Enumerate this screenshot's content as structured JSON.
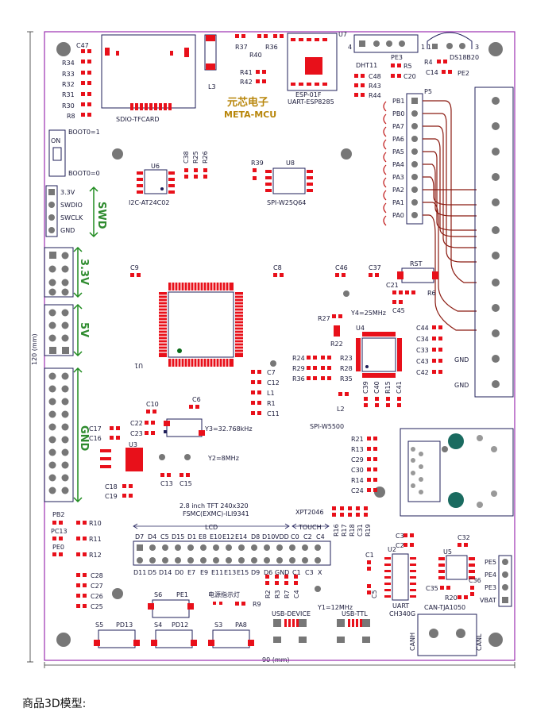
{
  "caption": "商品3D模型:",
  "dimensions": {
    "width_label": "90 (mm)",
    "height_label": "120 (mm)"
  },
  "brand": {
    "cn": "元芯电子",
    "en": "META-MCU"
  },
  "modules": {
    "tf": "SDIO-TFCARD",
    "wifi": "ESP-01F",
    "wifi_sub": "UART-ESP8285",
    "eeprom": "I2C-AT24C02",
    "flash": "SPI-W25Q64",
    "eth": "SPI-W5500",
    "crystal_rtc": "Y3=32.768kHz",
    "crystal_main": "Y2=8MHz",
    "crystal_eth": "Y4=25MHz",
    "crystal_usb": "Y1=12MHz",
    "tft_line1": "2.8 inch TFT 240x320",
    "tft_line2": "FSMC(EXMC)-ILI9341",
    "touch_chip": "XPT2046",
    "lcd": "LCD",
    "touch": "TOUCH",
    "uart_chip_a": "UART",
    "uart_chip_b": "CH340G",
    "can_chip": "CAN-TJA1050",
    "usb_device": "USB-DEVICE",
    "usb_ttl": "USB-TTL",
    "temp_sensor": "DS18B20",
    "dht": "DHT11",
    "rst": "RST",
    "boot1": "BOOT0=1",
    "boot0": "BOOT0=0",
    "on": "ON",
    "canh": "CANH",
    "canl": "CANL",
    "power_hint": "电源指示灯"
  },
  "swd": {
    "title": "SWD",
    "pins": [
      "3.3V",
      "SWDIO",
      "SWCLK",
      "GND"
    ]
  },
  "rails": {
    "v33": "3.3V",
    "v5": "5V",
    "gnd": "GND"
  },
  "p5": {
    "title": "P5",
    "pins": [
      "PB1",
      "PB0",
      "PA7",
      "PA6",
      "PA5",
      "PA4",
      "PA3",
      "PA2",
      "PA1",
      "PA0"
    ],
    "gnd_a": "GND",
    "gnd_b": "GND"
  },
  "pe3": {
    "title": "PE3",
    "n1": "1",
    "n4": "4"
  },
  "pe2": {
    "title": "PE2",
    "n1": "1",
    "n3": "3"
  },
  "pe_header": [
    "PE5",
    "PE4",
    "PE3",
    "VBAT"
  ],
  "lcd_top": [
    "D7",
    "D4",
    "C5",
    "D15",
    "D1",
    "E8",
    "E10",
    "E12",
    "E14",
    "D8",
    "D10",
    "VDD",
    "C0",
    "C2",
    "C4"
  ],
  "lcd_bottom": [
    "D11",
    "D5",
    "D14",
    "D0",
    "E7",
    "E9",
    "E11",
    "E13",
    "E15",
    "D9",
    "D6",
    "GND",
    "C1",
    "C3",
    "X"
  ],
  "buttons": [
    {
      "ref": "S5",
      "pin": "PD13"
    },
    {
      "ref": "S4",
      "pin": "PD12"
    },
    {
      "ref": "S3",
      "pin": "PA8"
    },
    {
      "ref": "S6",
      "pin": "PE1"
    }
  ],
  "leds": [
    {
      "ref": "PB2",
      "r": "R10"
    },
    {
      "ref": "PC13",
      "r": "R11"
    },
    {
      "ref": "PE0",
      "r": "R12"
    }
  ],
  "refs": {
    "c47": "C47",
    "r34": "R34",
    "r33": "R33",
    "r32": "R32",
    "r31": "R31",
    "r30": "R30",
    "r8": "R8",
    "r37": "R37",
    "r36": "R36",
    "r40": "R40",
    "r41": "R41",
    "r42": "R42",
    "l3": "L3",
    "u7": "U7",
    "r5": "R5",
    "c20": "C20",
    "c48": "C48",
    "r43": "R43",
    "r44": "R44",
    "r4": "R4",
    "c14": "C14",
    "u6": "U6",
    "c38": "C38",
    "r25": "R25",
    "r26": "R26",
    "r39": "R39",
    "u8": "U8",
    "c9": "C9",
    "c8": "C8",
    "c46": "C46",
    "c37": "C37",
    "c21": "C21",
    "r6": "R6",
    "c45": "C45",
    "r27": "R27",
    "r22": "R22",
    "u4": "U4",
    "u5": "U5",
    "c44": "C44",
    "c34": "C34",
    "c33": "C33",
    "c43": "C43",
    "c42": "C42",
    "r24": "R24",
    "r23": "R23",
    "r29": "R29",
    "r28": "R28",
    "r36b": "R36",
    "r35": "R35",
    "c7": "C7",
    "c12": "C12",
    "l1": "L1",
    "r1": "R1",
    "c11": "C11",
    "l2": "L2",
    "c39": "C39",
    "c40": "C40",
    "r15": "R15",
    "c41": "C41",
    "c10": "C10",
    "c6": "C6",
    "c22": "C22",
    "c23": "C23",
    "c17": "C17",
    "c16": "C16",
    "u3": "U3",
    "c13": "C13",
    "c15": "C15",
    "c18": "C18",
    "c19": "C19",
    "r21": "R21",
    "r13": "R13",
    "c29": "C29",
    "c30": "C30",
    "r14": "R14",
    "c24": "C24",
    "r16": "R16",
    "r17": "R17",
    "r18": "R18",
    "c31": "C31",
    "r19": "R19",
    "c3": "C3",
    "c2": "C2",
    "u2": "U2",
    "c1": "C1",
    "c5": "C5",
    "c4": "C4",
    "c32": "C32",
    "u5b": "U5",
    "c35": "C35",
    "c36": "C36",
    "r20": "R20",
    "c28": "C28",
    "c27": "C27",
    "c26": "C26",
    "c25": "C25",
    "r2": "R2",
    "r3": "R3",
    "r7": "R7",
    "r9": "R9",
    "u1": "U1"
  },
  "colors": {
    "board_edge": "#9b30b0",
    "pad": "#e8101a",
    "silk": "#1f1f5a",
    "trace": "#8b1a10",
    "label": "#3a3f9a",
    "green": "#1f8b1f"
  }
}
